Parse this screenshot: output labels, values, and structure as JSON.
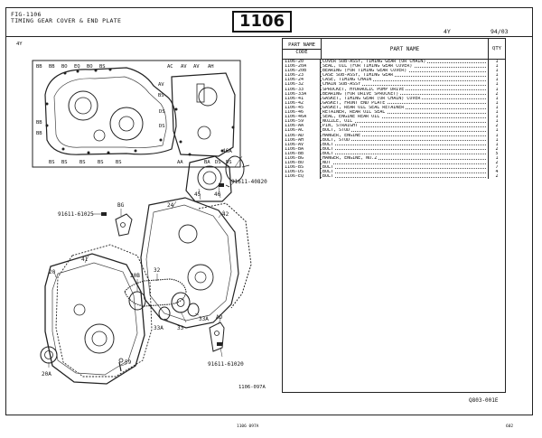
{
  "header": {
    "fig_label": "FIG-1106",
    "fig_title": "TIMING GEAR COVER & END PLATE",
    "fig_number": "1106",
    "model": "4Y",
    "date": "94/03",
    "model_left": "4Y"
  },
  "table": {
    "col_part_name_top": "PART NAME",
    "col_code": "CODE",
    "col_part_name": "PART  NAME",
    "col_qty": "QTY",
    "rows": [
      {
        "code": "1106-20",
        "name": "COVER SUB-ASSY, TIMING GEAR (OR CHAIN)",
        "qty": "1"
      },
      {
        "code": "1106-20A",
        "name": "SEAL, OIL (FOR TIMING GEAR COVER)",
        "qty": "1"
      },
      {
        "code": "1106-20B",
        "name": "BEARING (FOR TIMING GEAR COVER)",
        "qty": "1"
      },
      {
        "code": "1106-23",
        "name": "CASE SUB-ASSY, TIMING GEAR",
        "qty": "1"
      },
      {
        "code": "1106-24",
        "name": "CASE, TIMING CHAIN",
        "qty": "1"
      },
      {
        "code": "1106-32",
        "name": "CHAIN SUB-ASSY",
        "qty": "1"
      },
      {
        "code": "1106-33",
        "name": "SPROCKET, HYDRAULIC PUMP DRIVE",
        "qty": "1"
      },
      {
        "code": "1106-33A",
        "name": "BEARING (FOR DRIVE SPROCKET)",
        "qty": "2"
      },
      {
        "code": "1106-41",
        "name": "GASKET, TIMING GEAR (OR CHAIN) COVER",
        "qty": "1"
      },
      {
        "code": "1106-42",
        "name": "GASKET, FRONT END PLATE",
        "qty": "1"
      },
      {
        "code": "1106-45",
        "name": "GASKET, REAR OIL SEAL RETAINER",
        "qty": "1"
      },
      {
        "code": "1106-46",
        "name": "RETAINER, REAR OIL SEAL",
        "qty": "1"
      },
      {
        "code": "1106-46A",
        "name": "SEAL, ENGINE REAR OIL",
        "qty": "1"
      },
      {
        "code": "1106-59",
        "name": "NOZZLE, OIL",
        "qty": "1"
      },
      {
        "code": "1106-AA",
        "name": "PIN, STRAIGHT",
        "qty": "2"
      },
      {
        "code": "1106-AC",
        "name": "BOLT, STUD",
        "qty": "1"
      },
      {
        "code": "1106-AD",
        "name": "HANGER, ENGINE",
        "qty": "1"
      },
      {
        "code": "1106-AH",
        "name": "BOLT, STUD",
        "qty": "1"
      },
      {
        "code": "1106-AV",
        "name": "BOLT",
        "qty": "1"
      },
      {
        "code": "1106-BA",
        "name": "BOLT",
        "qty": "2"
      },
      {
        "code": "1106-BB",
        "name": "BOLT",
        "qty": "5"
      },
      {
        "code": "1106-BG",
        "name": "HANGER, ENGINE, NO.2",
        "qty": "1"
      },
      {
        "code": "1106-BO",
        "name": "NUT",
        "qty": "2"
      },
      {
        "code": "1106-BS",
        "name": "BOLT",
        "qty": "7"
      },
      {
        "code": "1106-DS",
        "name": "BOLT",
        "qty": "4"
      },
      {
        "code": "1106-EQ",
        "name": "BOLT",
        "qty": "2"
      }
    ]
  },
  "diagram_labels": {
    "top": [
      "BB",
      "BB",
      "BO",
      "EQ",
      "BO",
      "BS",
      "AC",
      "AV",
      "AV",
      "AH",
      "AV",
      "BS",
      "BB",
      "BB",
      "BS",
      "BS",
      "BS",
      "BS",
      "BS",
      "DS",
      "DS",
      "AA",
      "BA",
      "DS",
      "DS"
    ],
    "parts": [
      "46A",
      "91611-40820",
      "45",
      "46",
      "BG",
      "91611-61025",
      "24",
      "42",
      "41",
      "20",
      "20B",
      "32",
      "33A",
      "33",
      "33A",
      "AD",
      "91611-61020",
      "59",
      "20A"
    ]
  },
  "footer": {
    "illustration_code": "1106-097A",
    "catalog_code": "Q803-001E",
    "page_mid": "1106  097A",
    "page_right": "602"
  }
}
